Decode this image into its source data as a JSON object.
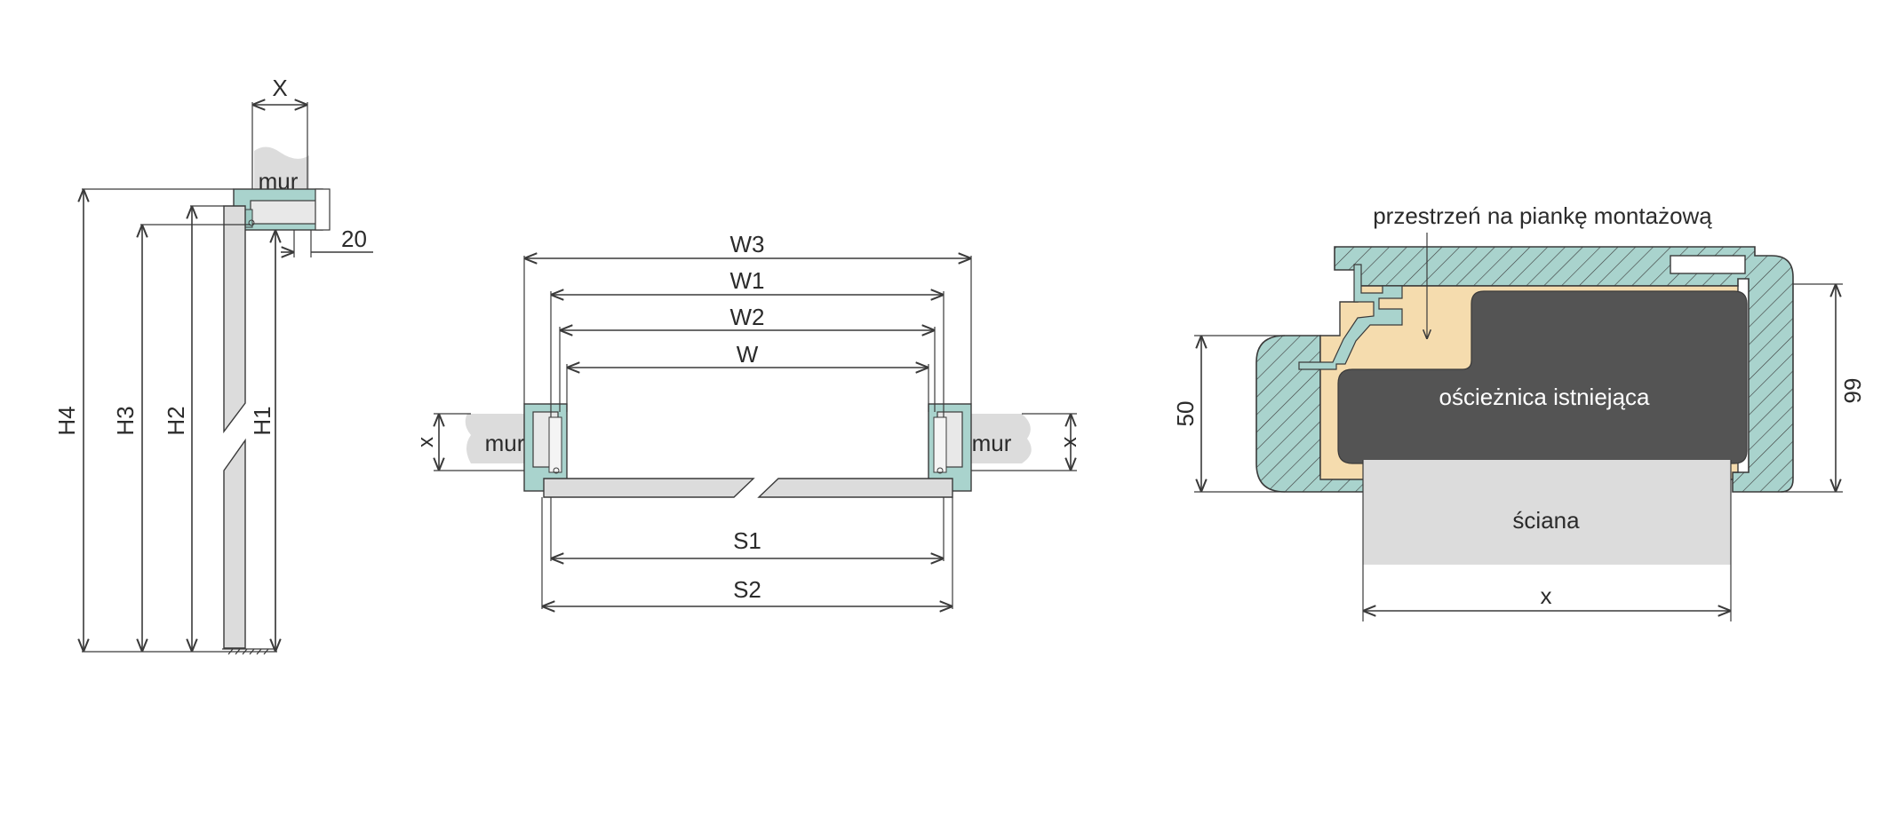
{
  "colors": {
    "frame_teal": "#a9d3cd",
    "wall_grey": "#dcdcdc",
    "foam_beige": "#f5dcae",
    "existing_frame": "#545454",
    "line": "#3a3a3a",
    "text": "#2b2b2b"
  },
  "icons": [
    "arrow-head-icon",
    "hatch-pattern"
  ],
  "side_view": {
    "label_x": "X",
    "label_mur": "mur",
    "label_20": "20",
    "label_h4": "H4",
    "label_h3": "H3",
    "label_h2": "H2",
    "label_h1": "H1"
  },
  "plan_view": {
    "label_w3": "W3",
    "label_w1": "W1",
    "label_w2": "W2",
    "label_w": "W",
    "label_s1": "S1",
    "label_s2": "S2",
    "label_mur_left": "mur",
    "label_mur_right": "mur",
    "label_x_left": "x",
    "label_x_right": "x"
  },
  "detail_view": {
    "foam_label": "przestrzeń na piankę montażową",
    "existing_frame_label": "ościeżnica istniejąca",
    "wall_label": "ściana",
    "label_50": "50",
    "label_66": "66",
    "label_x": "x"
  }
}
